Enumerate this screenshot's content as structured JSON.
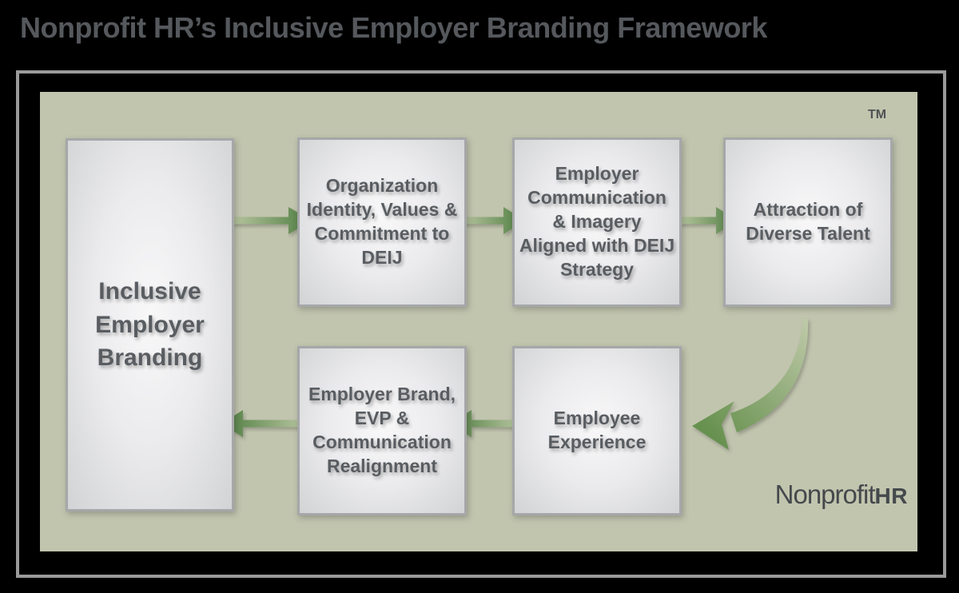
{
  "title": "Nonprofit HR’s Inclusive Employer Branding Framework",
  "panel": {
    "trademark": "TM",
    "boxes": {
      "inclusive": {
        "label": "Inclusive\nEmployer\nBranding"
      },
      "organization": {
        "label": "Organization\nIdentity, Values &\nCommitment to\nDEIJ"
      },
      "communication": {
        "label": "Employer\nCommunication\n& Imagery\nAligned with DEIJ\nStrategy"
      },
      "attraction": {
        "label": "Attraction of\nDiverse Talent"
      },
      "realignment": {
        "label": "Employer Brand,\nEVP &\nCommunication\nRealignment"
      },
      "experience": {
        "label": "Employee\nExperience"
      }
    },
    "logo": {
      "wordmark": "Nonprofit",
      "suffix": "HR"
    }
  },
  "colors": {
    "background": "#000000",
    "frame_gray": "#9a9a9a",
    "panel_green": "#c1c5ae",
    "box_border": "#a6a7a9",
    "box_text": "#595d61",
    "title_gray": "#55585c",
    "arrow_green_dark": "#4d7c3e",
    "arrow_green_light": "#b7c5a0"
  }
}
